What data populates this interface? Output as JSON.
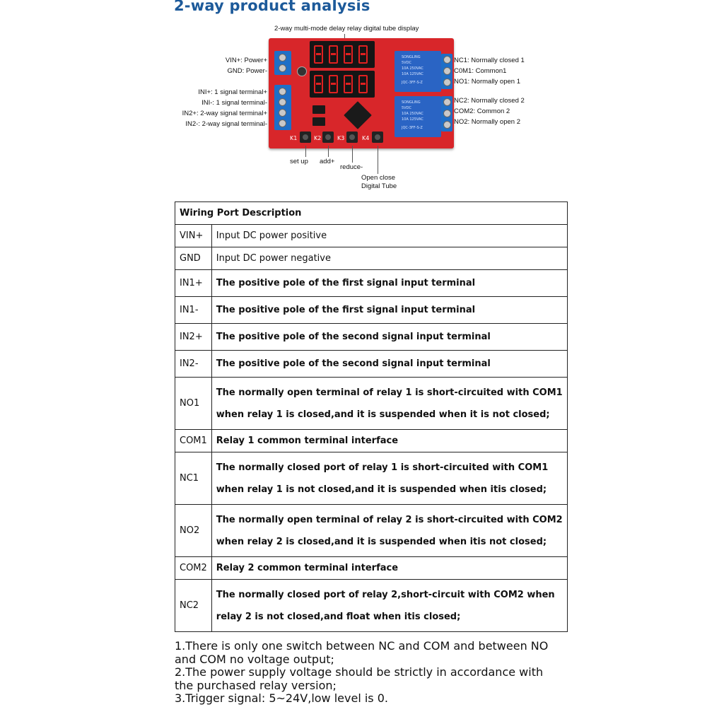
{
  "title": "2-way product analysis",
  "diagram": {
    "top_label": "2-way multi-mode delay relay digital tube display",
    "left_labels": [
      "VIN+: Power+",
      "GND: Power-",
      "INI+: 1 signal terminal+",
      "INI-: 1 signal terminal-",
      "IN2+: 2-way signal terminal+",
      "IN2-: 2-way signal terminal-"
    ],
    "right_labels": [
      "NC1: Normally closed 1",
      "C0M1: Common1",
      "NO1: Normally open 1",
      "NC2: Normally closed 2",
      "COM2: Common 2",
      "NO2: Normally open 2"
    ],
    "bottom_labels": {
      "setup": "set up",
      "add": "add+",
      "reduce": "reduce-",
      "open_close_line1": "Open close",
      "open_close_line2": "Digital Tube"
    },
    "button_marks": [
      "K1",
      "K2",
      "K3",
      "K4"
    ],
    "relay_text": [
      "SONGLING",
      "5VDC",
      "10A 250VAC",
      "10A 125VAC",
      "JQC-3FF-S-Z"
    ]
  },
  "table": {
    "header": "Wiring Port Description",
    "rows": [
      {
        "port": "VIN+",
        "desc": [
          "Input DC power positive"
        ],
        "bold": false
      },
      {
        "port": "GND",
        "desc": [
          "Input DC power negative"
        ],
        "bold": false
      },
      {
        "port": "IN1+",
        "desc": [
          "The positive pole of the first signal input terminal"
        ],
        "bold": true
      },
      {
        "port": "IN1-",
        "desc": [
          "The positive pole of the first signal input terminal"
        ],
        "bold": true
      },
      {
        "port": "IN2+",
        "desc": [
          "The positive pole of the second signal input terminal"
        ],
        "bold": true
      },
      {
        "port": "IN2-",
        "desc": [
          "The positive pole of the second signal input terminal"
        ],
        "bold": true
      },
      {
        "port": "NO1",
        "desc": [
          "The normally open terminal of relay 1 is short-circuited with COM1",
          "when relay 1 is closed,and it is suspended when it is not closed;"
        ],
        "bold": true
      },
      {
        "port": "COM1",
        "desc": [
          "Relay 1 common terminal interface"
        ],
        "bold": true
      },
      {
        "port": "NC1",
        "desc": [
          "The normally closed port of relay 1 is short-circuited with COM1",
          "when relay 1 is not closed,and it is suspended when itis closed;"
        ],
        "bold": true
      },
      {
        "port": "NO2",
        "desc": [
          "The normally open terminal of relay 2 is short-circuited with COM2",
          "when relay 2 is closed,and it is suspended when itis not closed;"
        ],
        "bold": true
      },
      {
        "port": "COM2",
        "desc": [
          "Relay 2 common terminal interface"
        ],
        "bold": true
      },
      {
        "port": "NC2",
        "desc": [
          "The normally closed port of relay 2,short-circuit with COM2 when",
          "relay 2 is not closed,and float when itis closed;"
        ],
        "bold": true
      }
    ]
  },
  "notes": [
    "1.There is only one switch between NC and COM and between NO and COM no voltage output;",
    "2.The power supply voltage should be strictly in accordance with the purchased relay version;",
    "3.Trigger signal: 5~24V,low level is 0."
  ]
}
